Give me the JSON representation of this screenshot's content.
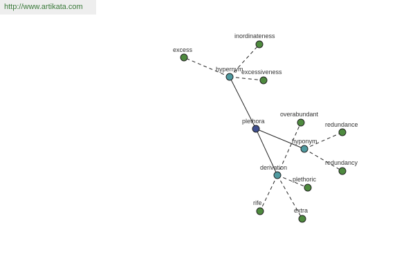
{
  "site_url": "http://www.artikata.com",
  "colors": {
    "root": "#3f4f8f",
    "relation": "#4f9aa0",
    "leaf": "#4e8a3e"
  },
  "graph": {
    "nodes": [
      {
        "id": "plethora",
        "label": "plethora",
        "kind": "root"
      },
      {
        "id": "hypernym",
        "label": "hypernym",
        "kind": "relation"
      },
      {
        "id": "hyponym",
        "label": "hyponym",
        "kind": "relation"
      },
      {
        "id": "derivation",
        "label": "derivation",
        "kind": "relation"
      },
      {
        "id": "excess",
        "label": "excess",
        "kind": "leaf"
      },
      {
        "id": "inordinateness",
        "label": "inordinateness",
        "kind": "leaf"
      },
      {
        "id": "excessiveness",
        "label": "excessiveness",
        "kind": "leaf"
      },
      {
        "id": "overabundant",
        "label": "overabundant",
        "kind": "leaf"
      },
      {
        "id": "redundance",
        "label": "redundance",
        "kind": "leaf"
      },
      {
        "id": "redundancy",
        "label": "redundancy",
        "kind": "leaf"
      },
      {
        "id": "plethoric",
        "label": "plethoric",
        "kind": "leaf"
      },
      {
        "id": "rife",
        "label": "rife",
        "kind": "leaf"
      },
      {
        "id": "extra",
        "label": "extra",
        "kind": "leaf"
      }
    ],
    "edges": [
      {
        "from": "plethora",
        "to": "hypernym",
        "style": "solid"
      },
      {
        "from": "plethora",
        "to": "hyponym",
        "style": "solid"
      },
      {
        "from": "plethora",
        "to": "derivation",
        "style": "solid"
      },
      {
        "from": "hypernym",
        "to": "excess",
        "style": "dashed"
      },
      {
        "from": "hypernym",
        "to": "inordinateness",
        "style": "dashed"
      },
      {
        "from": "hypernym",
        "to": "excessiveness",
        "style": "dashed"
      },
      {
        "from": "hyponym",
        "to": "redundance",
        "style": "dashed"
      },
      {
        "from": "hyponym",
        "to": "redundancy",
        "style": "dashed"
      },
      {
        "from": "derivation",
        "to": "overabundant",
        "style": "dashed"
      },
      {
        "from": "derivation",
        "to": "plethoric",
        "style": "dashed"
      },
      {
        "from": "derivation",
        "to": "rife",
        "style": "dashed"
      },
      {
        "from": "derivation",
        "to": "extra",
        "style": "dashed"
      }
    ]
  }
}
